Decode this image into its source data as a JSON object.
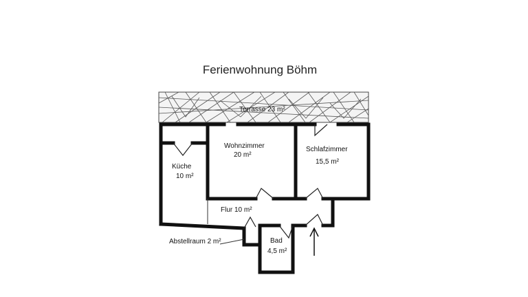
{
  "title": "Ferienwohnung Böhm",
  "rooms": {
    "terrasse": "Terrasse 23 m²",
    "wohnzimmer_name": "Wohnzimmer",
    "wohnzimmer_area": "20 m²",
    "schlafzimmer_name": "Schlafzimmer",
    "schlafzimmer_area": "15,5 m²",
    "kueche_name": "Küche",
    "kueche_area": "10 m²",
    "flur": "Flur 10 m²",
    "abstellraum": "Abstellraum 2 m²",
    "bad_name": "Bad",
    "bad_area": "4,5 m²"
  }
}
